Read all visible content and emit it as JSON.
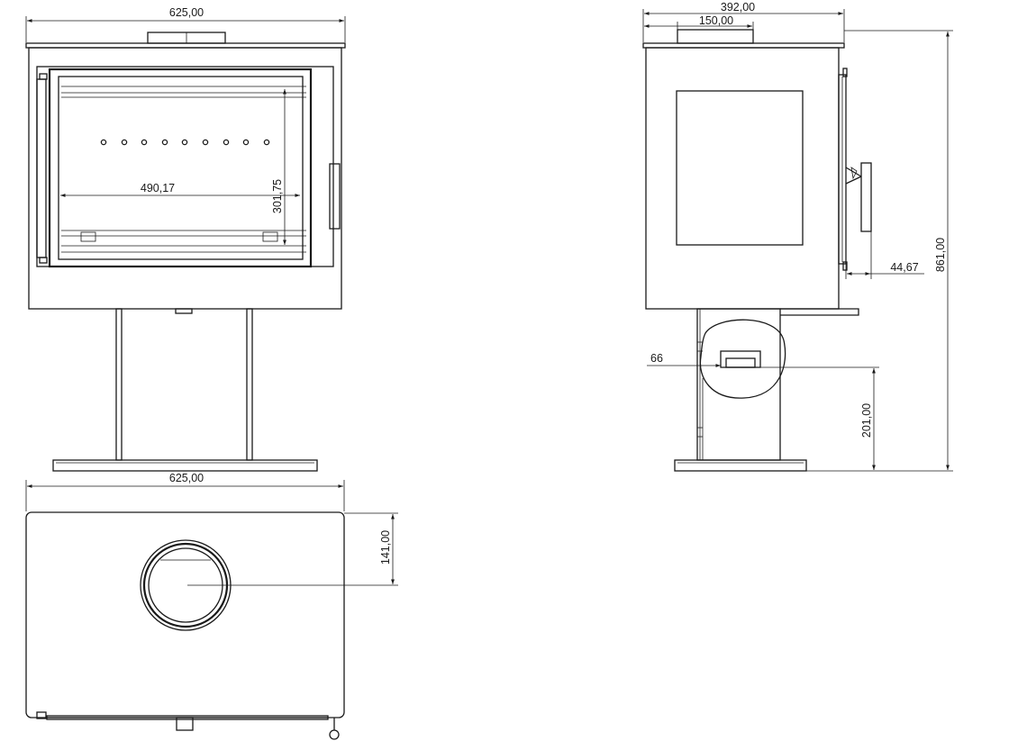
{
  "dimensions": {
    "front_width": "625,00",
    "front_glass_width": "490,17",
    "front_glass_height": "301,75",
    "top_width": "625,00",
    "top_flue_offset": "141,00",
    "side_depth": "392,00",
    "side_flue_offset": "150,00",
    "side_handle_offset": "44,67",
    "side_total_height": "861,00",
    "side_air_inlet_height": "201,00",
    "side_air_inlet_diameter": "66"
  },
  "colors": {
    "line": "#1a1a1a",
    "background": "#ffffff"
  }
}
